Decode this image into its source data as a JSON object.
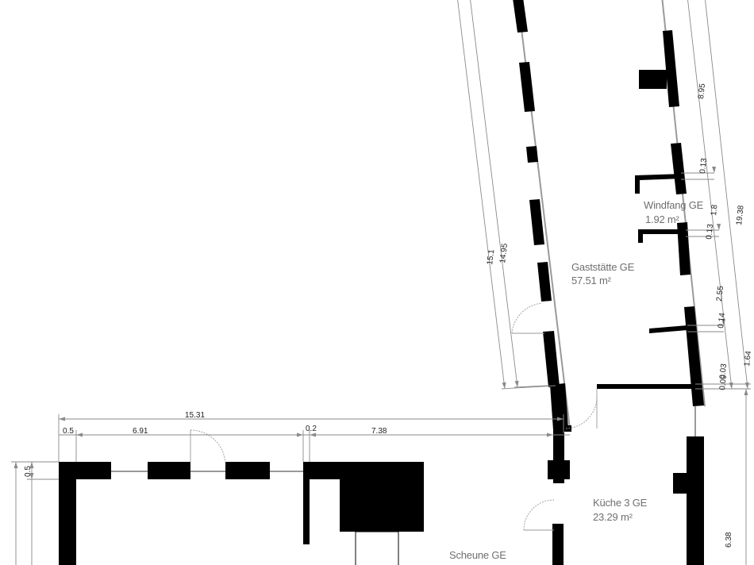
{
  "rooms": {
    "gaststaette": {
      "name": "Gaststätte GE",
      "area": "57.51 m²"
    },
    "windfang": {
      "name": "Windfang GE",
      "area": "1.92 m²"
    },
    "kueche": {
      "name": "Küche 3 GE",
      "area": "23.29 m²"
    },
    "scheune": {
      "name": "Scheune GE"
    }
  },
  "dimensions": {
    "total_width": "15.31",
    "left_offset": "0.5",
    "left_span": "6.91",
    "mid_wall": "0.2",
    "right_span": "7.38",
    "left_vertical": "0.5",
    "outer_length": "15.1",
    "inner_length": "14.95",
    "overall_right": "19.38",
    "upper_right": "8.95",
    "wall_a": "0.13",
    "windfang_depth": "1.8",
    "wall_b": "0.13",
    "lower_right": "2.55",
    "wall_c": "0.14",
    "bottom_right": "1.64",
    "small_a": "0.03",
    "small_b": "0.09",
    "kitchen_right": "6.38"
  }
}
